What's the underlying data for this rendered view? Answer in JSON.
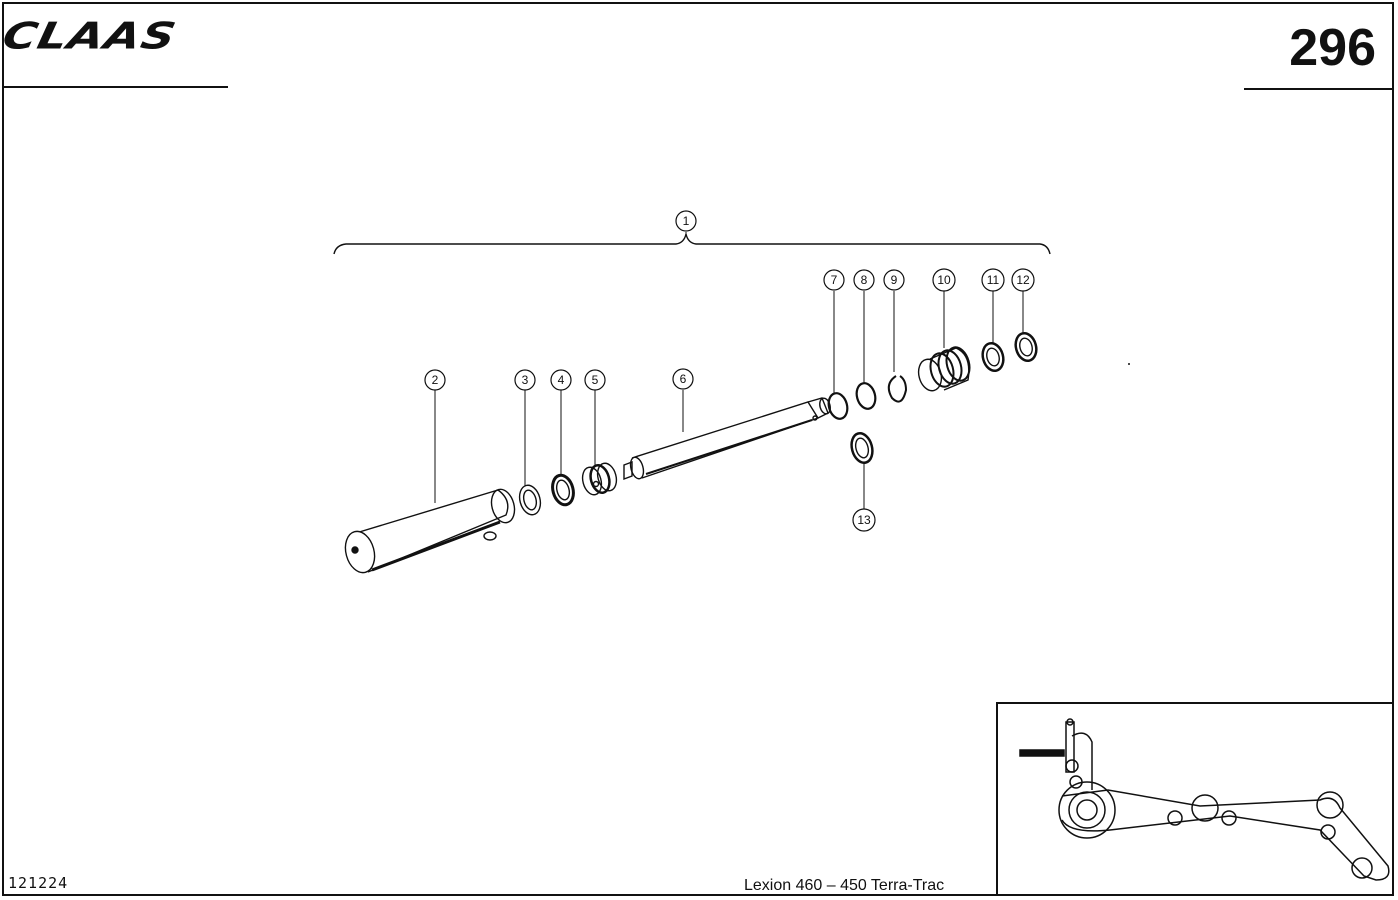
{
  "header": {
    "brand": "CLAAS",
    "page_number": "296"
  },
  "footer": {
    "document_number": "121224",
    "model": "Lexion 460 – 450 Terra-Trac"
  },
  "callouts": [
    "1",
    "2",
    "3",
    "4",
    "5",
    "6",
    "7",
    "8",
    "9",
    "10",
    "11",
    "12",
    "13"
  ]
}
